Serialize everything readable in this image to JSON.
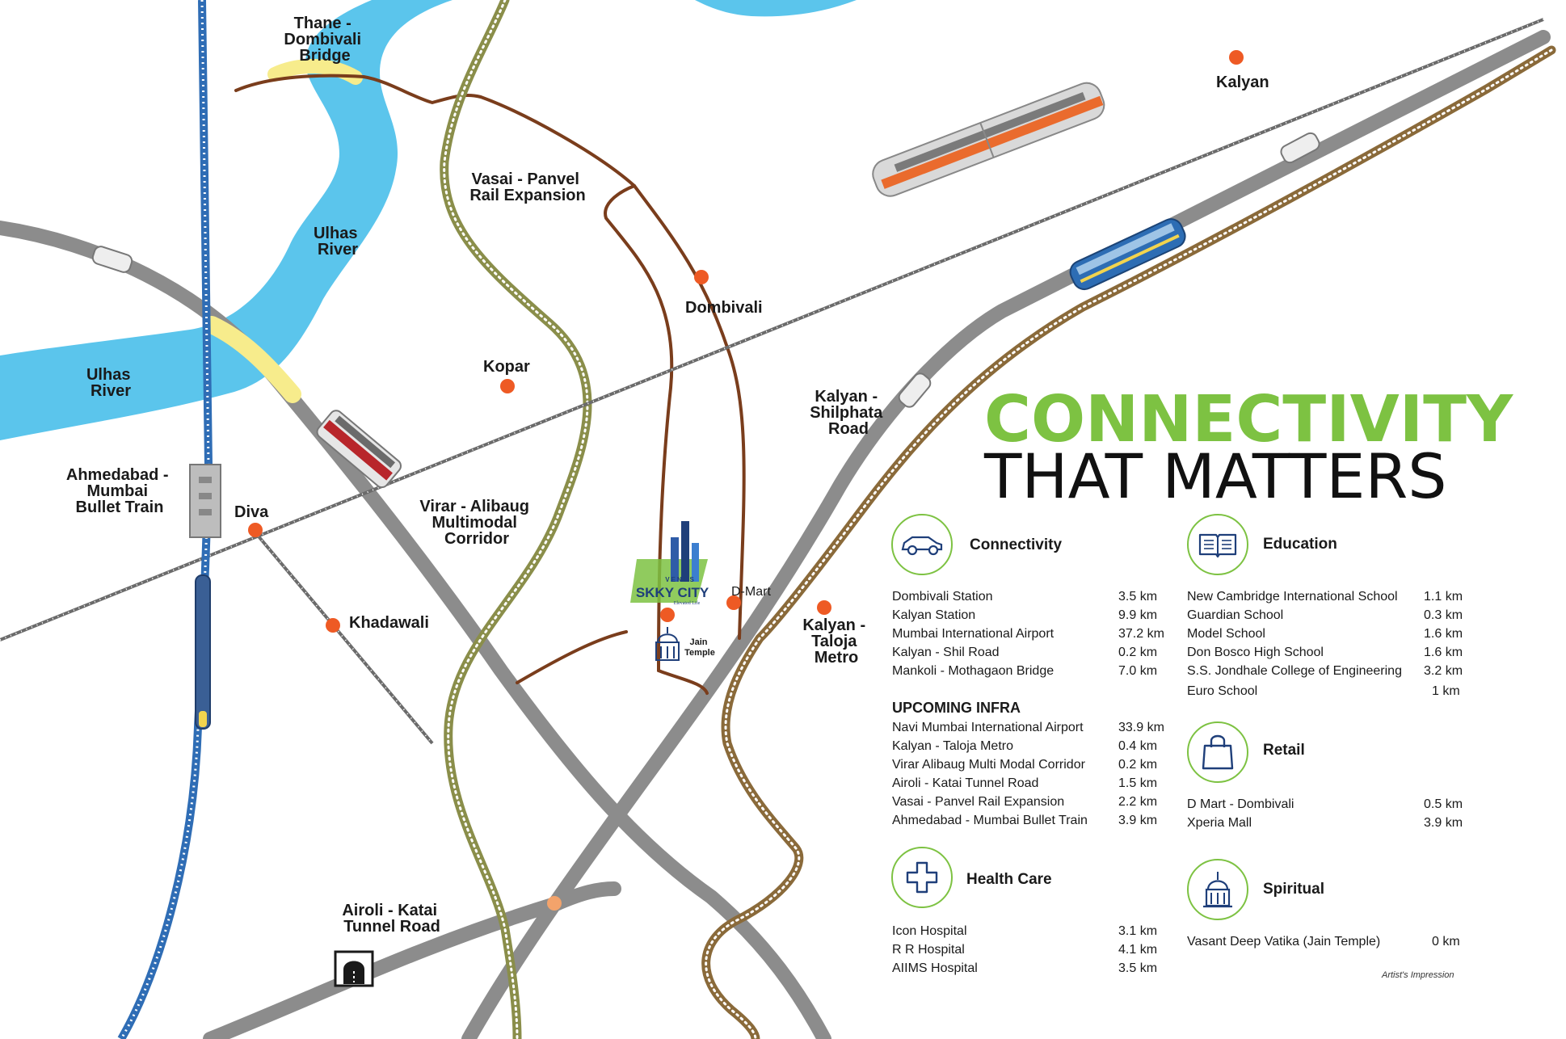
{
  "map": {
    "places": {
      "thane_dombivali_bridge": [
        "Thane -",
        "Dombivali",
        "Bridge"
      ],
      "ulhas_river_top": [
        "Ulhas",
        "River"
      ],
      "ulhas_river_left": [
        "Ulhas",
        "River"
      ],
      "vasai_panvel": [
        "Vasai - Panvel",
        "Rail Expansion"
      ],
      "kalyan": "Kalyan",
      "dombivali": "Dombivali",
      "kopar": "Kopar",
      "ahmedabad_bullet": [
        "Ahmedabad -",
        "Mumbai",
        "Bullet Train"
      ],
      "diva": "Diva",
      "virar_alibaug": [
        "Virar - Alibaug",
        "Multimodal",
        "Corridor"
      ],
      "khadawali": "Khadawali",
      "kalyan_shilphata": [
        "Kalyan -",
        "Shilphata",
        "Road"
      ],
      "dmart": "D-Mart",
      "jain_temple": [
        "Jain",
        "Temple"
      ],
      "kalyan_taloja": [
        "Kalyan -",
        "Taloja",
        "Metro"
      ],
      "airoli_katai": [
        "Airoli - Katai",
        "Tunnel Road"
      ]
    },
    "project_logo": {
      "brand_small": "VENUS",
      "brand_name": "SKKY CITY",
      "tagline": "Elevated Life"
    },
    "colors": {
      "river": "#5bc5ec",
      "road": "#8c8c8c",
      "brown_road": "#7a3d1c",
      "rail_track": "#8a8e4a",
      "bullet_rail": "#2f6db5",
      "station_dot": "#ee5a24",
      "accent_green": "#7dc242",
      "bridge": "#f7ec8c"
    }
  },
  "heading": {
    "line1": "CONNECTIVITY",
    "line2": "THAT MATTERS"
  },
  "sections": {
    "connectivity": {
      "title": "Connectivity",
      "icon": "car-icon",
      "rows": [
        {
          "name": "Dombivali Station",
          "value": "3.5 km"
        },
        {
          "name": "Kalyan Station",
          "value": "9.9 km"
        },
        {
          "name": "Mumbai International Airport",
          "value": "37.2 km"
        },
        {
          "name": "Kalyan - Shil Road",
          "value": "0.2 km"
        },
        {
          "name": "Mankoli - Mothagaon Bridge",
          "value": "7.0 km"
        }
      ]
    },
    "upcoming_infra": {
      "title": "UPCOMING INFRA",
      "rows": [
        {
          "name": "Navi Mumbai International Airport",
          "value": "33.9 km"
        },
        {
          "name": "Kalyan - Taloja Metro",
          "value": "0.4 km"
        },
        {
          "name": "Virar Alibaug Multi Modal Corridor",
          "value": "0.2 km"
        },
        {
          "name": "Airoli - Katai Tunnel Road",
          "value": "1.5 km"
        },
        {
          "name": "Vasai - Panvel Rail Expansion",
          "value": "2.2 km"
        },
        {
          "name": "Ahmedabad - Mumbai Bullet Train",
          "value": "3.9 km"
        }
      ]
    },
    "health_care": {
      "title": "Health Care",
      "icon": "medical-cross-icon",
      "rows": [
        {
          "name": "Icon Hospital",
          "value": "3.1 km"
        },
        {
          "name": "R R Hospital",
          "value": "4.1 km"
        },
        {
          "name": "AIIMS Hospital",
          "value": "3.5 km"
        }
      ]
    },
    "education": {
      "title": "Education",
      "icon": "open-book-icon",
      "rows": [
        {
          "name": "New Cambridge International School",
          "value": "1.1 km"
        },
        {
          "name": "Guardian School",
          "value": "0.3 km"
        },
        {
          "name": "Model School",
          "value": "1.6 km"
        },
        {
          "name": "Don Bosco High School",
          "value": "1.6 km"
        },
        {
          "name": "S.S. Jondhale College of Engineering",
          "value": "3.2 km"
        },
        {
          "name": "Euro School",
          "value": "1 km"
        }
      ]
    },
    "retail": {
      "title": "Retail",
      "icon": "shopping-bag-icon",
      "rows": [
        {
          "name": "D Mart - Dombivali",
          "value": "0.5 km"
        },
        {
          "name": "Xperia Mall",
          "value": "3.9 km"
        }
      ]
    },
    "spiritual": {
      "title": "Spiritual",
      "icon": "temple-icon",
      "rows": [
        {
          "name": "Vasant Deep Vatika (Jain Temple)",
          "value": "0 km"
        }
      ]
    }
  },
  "note": "Artist's Impression"
}
